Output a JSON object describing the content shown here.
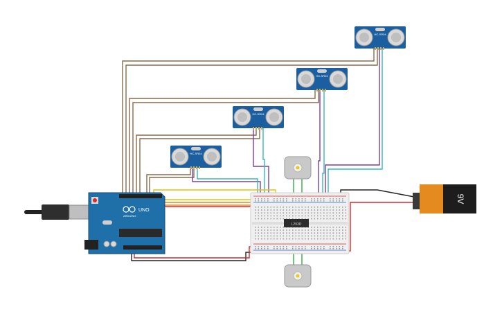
{
  "circuit": {
    "sensors": [
      {
        "id": "us1",
        "label": "HC-SR04"
      },
      {
        "id": "us2",
        "label": "HC-SR04"
      },
      {
        "id": "us3",
        "label": "HC-SR04"
      },
      {
        "id": "us4",
        "label": "HC-SR04"
      }
    ],
    "arduino": {
      "model_label": "UNO",
      "brand_label": "ARDUINO"
    },
    "battery": {
      "label": "9V"
    },
    "driver_chip": {
      "label": "L293D"
    },
    "motors": [
      {
        "id": "motor-top"
      },
      {
        "id": "motor-bottom"
      }
    ],
    "colors": {
      "brown": "#8a6a4a",
      "purple": "#7b3fa0",
      "cyan": "#35b5c8",
      "red": "#d42a2a",
      "black": "#222222",
      "yellow": "#e5c300",
      "orange": "#e58a1f",
      "green": "#2fae3a",
      "board_blue": "#1f6fa8",
      "sensor_blue": "#1b5fa0"
    }
  }
}
